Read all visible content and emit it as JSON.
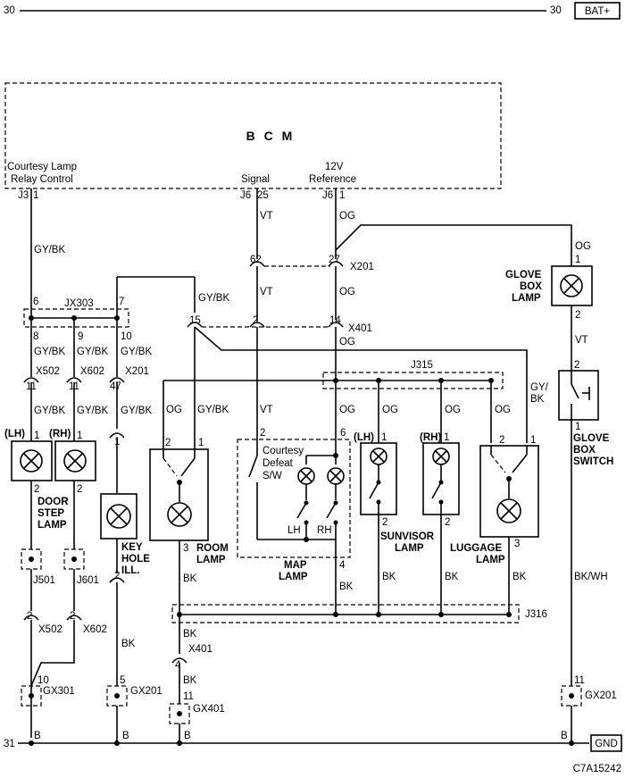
{
  "bus": {
    "top_left_num": "30",
    "top_right_num": "30",
    "top_tag": "BAT+",
    "bottom_left_num": "31",
    "bottom_tag": "GND"
  },
  "bcm": {
    "title": "B C M",
    "courtesy_l1": "Courtesy Lamp",
    "courtesy_l2": "Relay Control",
    "signal": "Signal",
    "ref_l1": "12V",
    "ref_l2": "Reference"
  },
  "pins": {
    "j3": "J3",
    "j3_1": "1",
    "j6a": "J6",
    "j6_25": "25",
    "j6b": "J6",
    "j6_1": "1"
  },
  "wires": {
    "gybk": "GY/BK",
    "vt": "VT",
    "og": "OG",
    "bk": "BK",
    "bkwh": "BK/WH",
    "gy": "GY/",
    "bk2": "BK"
  },
  "conn": {
    "x201": "X201",
    "x401": "X401",
    "x502": "X502",
    "x602": "X602",
    "jx303": "JX303",
    "j315": "J315",
    "j316": "J316",
    "j501": "J501",
    "j601": "J601",
    "gx301": "GX301",
    "gx201": "GX201",
    "gx401": "GX401",
    "n1": "1",
    "n2": "2",
    "n3": "3",
    "n4": "4",
    "n5": "5",
    "n6": "6",
    "n7": "7",
    "n8": "8",
    "n9": "9",
    "n10": "10",
    "n11": "11",
    "n14": "14",
    "n15": "15",
    "n27": "27",
    "n47": "47",
    "n62": "62",
    "gB": "B"
  },
  "comp": {
    "lh": "(LH)",
    "rh": "(RH)",
    "door": "DOOR",
    "step": "STEP",
    "lamp": "LAMP",
    "key": "KEY",
    "hole": "HOLE",
    "ill": "ILL.",
    "room": "ROOM",
    "map": "MAP",
    "courtesy1": "Courtesy",
    "courtesy2": "Defeat",
    "courtesy3": "S/W",
    "lh_sw": "LH",
    "rh_sw": "RH",
    "sunvisor": "SUNVISOR",
    "luggage": "LUGGAGE",
    "glove": "GLOVE",
    "box": "BOX",
    "switch": "SWITCH"
  },
  "footer": {
    "code": "C7A15242"
  }
}
